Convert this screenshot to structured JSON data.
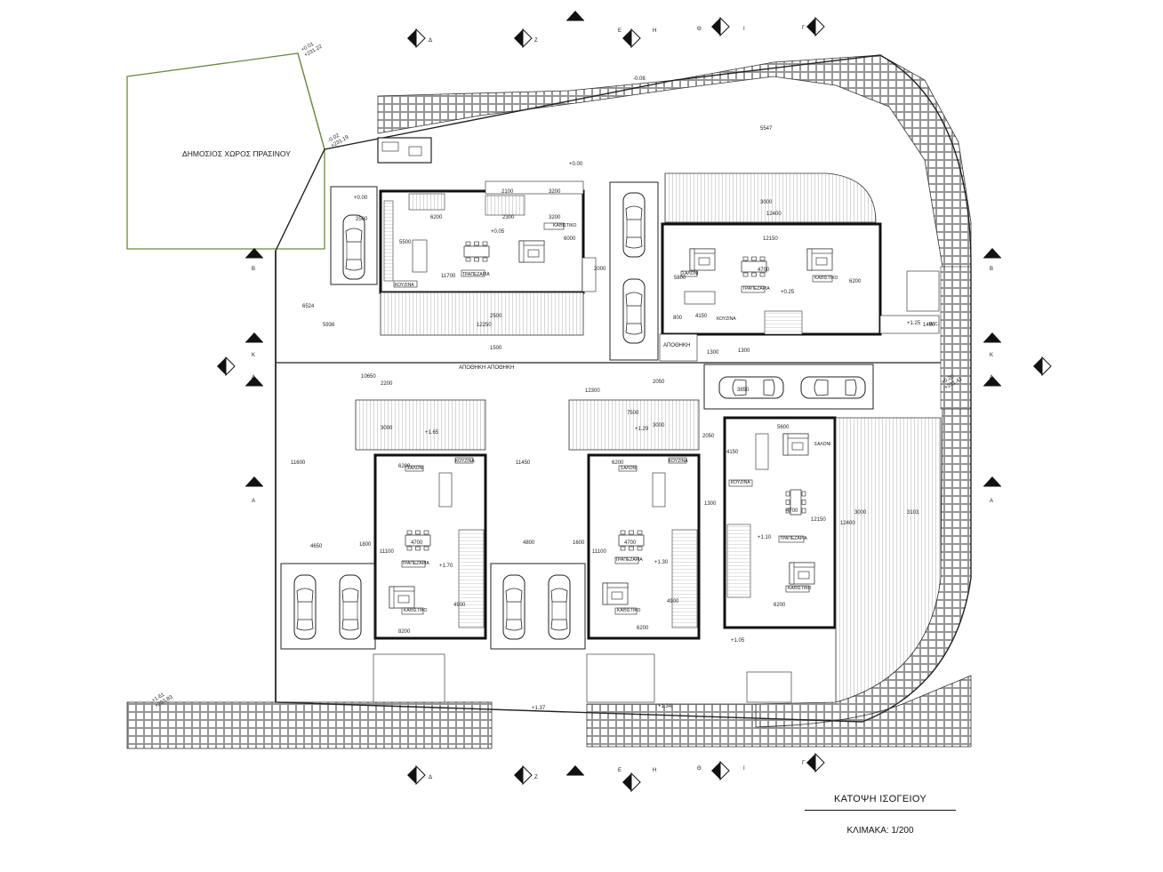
{
  "drawing": {
    "title": "ΚΑΤΟΨΗ ΙΣΟΓΕΙΟΥ",
    "scale": "ΚΛΙΜΑΚΑ: 1/200",
    "public_green": "ΔΗΜΟΣΙΟΣ ΧΩΡΟΣ ΠΡΑΣΙΝΟΥ"
  },
  "section_letters": {
    "top": [
      "Δ",
      "Ζ",
      "Ε",
      "Η",
      "Θ",
      "Ι",
      "Γ"
    ],
    "bottom": [
      "Δ",
      "Ζ",
      "Ε",
      "Η",
      "Θ",
      "Ι",
      "Γ"
    ],
    "left": [
      "Β",
      "Κ",
      "Λ",
      "Α"
    ],
    "right": [
      "Β",
      "Κ",
      "Λ",
      "Α"
    ]
  },
  "rooms": {
    "living": "ΣΑΛΟΝΙ",
    "dining": "ΤΡΑΠΕΖΑΡΙΑ",
    "kitchen": "ΚΟΥΖΙΝΑ",
    "lounge": "ΚΑΘΙΣΤΙΚΟ",
    "storage": "ΑΠΟΘΗΚΗ",
    "wc": "W.C."
  },
  "levels": {
    "l1": "+0.01\n+231.22",
    "l2": "-0.02\n+231.19",
    "l3": "+0.05",
    "l4": "+0.00",
    "l5": "-0.08",
    "l6": "+0.25",
    "l7": "+1.25",
    "l8": "+1.65",
    "l9": "+1.29",
    "l10": "+1.70",
    "l11": "+1.30",
    "l12": "+1.10",
    "l13": "+1.05",
    "l14": "+1.37",
    "l15": "+1.34",
    "l16": "+0.20\n+231.41",
    "l17": "+1.61\n+233.83",
    "l18": "+0.00"
  },
  "dims": {
    "d5547": "5547",
    "d3000a": "3000",
    "d12400a": "12400",
    "d12150a": "12150",
    "d4700a": "4700",
    "d6200a": "6200",
    "d5800": "5800",
    "d4150a": "4150",
    "d800": "800",
    "d1400": "1400",
    "d1300a": "1300",
    "d2100": "2100",
    "d3200a": "3200",
    "d2300": "2300",
    "d3200b": "3200",
    "d6200b": "6200",
    "d5500": "5500",
    "d6000": "6000",
    "d11700": "11700",
    "d2000": "2000",
    "d2500": "2500",
    "d12250": "12250",
    "d6524": "6524",
    "d5936": "5936",
    "d1500": "1500",
    "d10650": "10650",
    "d2200": "2200",
    "d12300": "12300",
    "d2050a": "2050",
    "d7500": "7500",
    "d3000b": "3000",
    "d3000c": "3000",
    "d11600": "11600",
    "d11450": "11450",
    "d4650": "4650",
    "d1800": "1800",
    "d4800": "4800",
    "d1600": "1600",
    "d11100a": "11100",
    "d11100b": "11100",
    "d6200c": "6200",
    "d6200d": "6200",
    "d4700b": "4700",
    "d4700c": "4700",
    "d8200a": "8200",
    "d6200e": "6200",
    "d4900a": "4900",
    "d4900b": "4900",
    "d1300b": "1300",
    "d5600": "5600",
    "d4150b": "4150",
    "d4700d": "4700",
    "d12150b": "12150",
    "d12400b": "12400",
    "d3000d": "3000",
    "d3103": "3103",
    "d6200f": "6200",
    "d2050b": "2050",
    "d1300c": "1300",
    "d3850a": "3850",
    "d2500b": "2500"
  }
}
